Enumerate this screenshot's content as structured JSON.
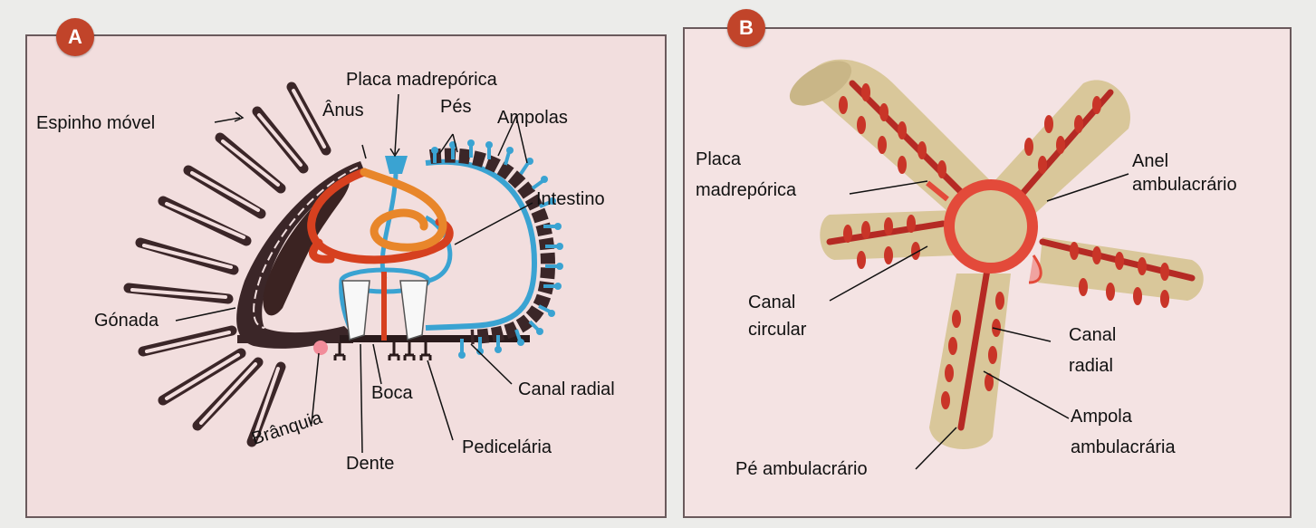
{
  "panel_a": {
    "badge": "A",
    "labels": {
      "espinho_movel": "Espinho móvel",
      "anus": "Ânus",
      "placa_madreporica": "Placa madrepórica",
      "pes": "Pés",
      "ampolas": "Ampolas",
      "intestino": "Intestino",
      "gonada": "Gónada",
      "boca": "Boca",
      "canal_radial": "Canal radial",
      "branquia": "Brânquia",
      "dente": "Dente",
      "pedicelaria": "Pedicelária"
    }
  },
  "panel_b": {
    "badge": "B",
    "labels": {
      "placa_line1": "Placa",
      "placa_line2": "madrepórica",
      "anel_line1": "Anel",
      "anel_line2": "ambulacrário",
      "canal_circ_line1": "Canal",
      "canal_circ_line2": "circular",
      "canal_rad_line1": "Canal",
      "canal_rad_line2": "radial",
      "ampola_line1": "Ampola",
      "ampola_line2": "ambulacrária",
      "pe_ambulacrario": "Pé ambulacrário"
    }
  },
  "colors": {
    "badge": "#c1442a",
    "water_system": "#3aa3d2",
    "gut_orange": "#e8862a",
    "gut_red": "#d6401f",
    "test": "#3b2628",
    "starfish_arm": "#d9c79a",
    "ring_red": "#d63a2c"
  }
}
